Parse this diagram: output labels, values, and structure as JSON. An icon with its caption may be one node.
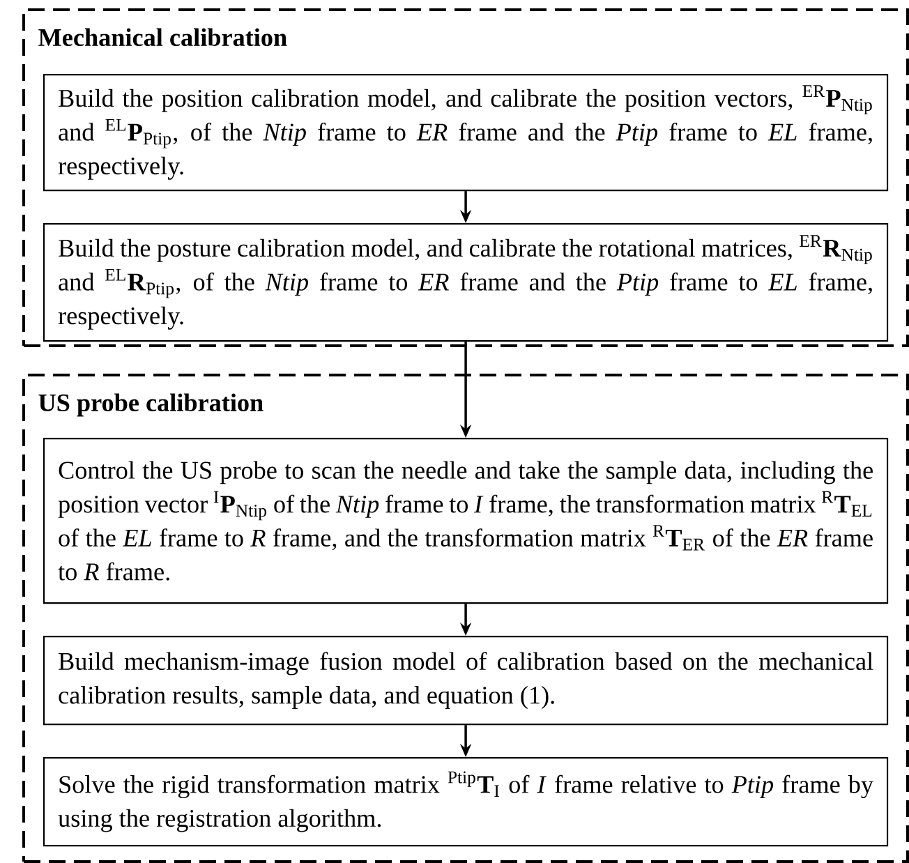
{
  "diagram": {
    "nodes": [
      {
        "text": [
          "Mechanical calibration"
        ]
      },
      {
        "text": [
          "Build the position calibration model, and calibrate the position vectors, $^{ER}$**P**$_{Ntip}$ and $^{EL}$**P**$_{Ptip}$, of the *Ntip* frame to *ER* frame and the *Ptip* frame to *EL* frame, respectively."
        ],
        "in": 0
      },
      {
        "text": [
          "Build the posture calibration model, and calibrate the rotational matrices, $^{ER}$**R**$_{Ntip}$ and $^{EL}$**R**$_{Ptip}$, of the *Ntip* frame to *ER* frame and the *Ptip* frame to *EL* frame, respectively."
        ],
        "in": 0
      },
      {
        "text": [
          "US probe calibration"
        ]
      },
      {
        "text": [
          "Control the US probe to scan the needle and take the sample data, including the position vector $^{I}$**P**$_{Ntip}$ of the *Ntip* frame to *I* frame, the transformation matrix $^{R}$**T**$_{EL}$ of the *EL* frame to *R* frame, and the transformation matrix $^{R}$**T**$_{ER}$ of the *ER* frame to *R* frame."
        ],
        "in": 3
      },
      {
        "text": [
          "Build mechanism-image fusion model of calibration based on the mechanical calibration results, sample data, and equation (1)."
        ],
        "in": 3
      },
      {
        "text": [
          "Solve the rigid transformation matrix $^{Ptip}$**T**$_{I}$ of *I* frame relative to *Ptip* frame by using the registration algorithm."
        ],
        "in": 3
      }
    ],
    "edges": [
      {
        "from": 1,
        "to": 2,
        "arrow": "to"
      },
      {
        "from": 2,
        "to": 4,
        "arrow": "to"
      },
      {
        "from": 4,
        "to": 5,
        "arrow": "to"
      },
      {
        "from": 5,
        "to": 6,
        "arrow": "to"
      }
    ]
  }
}
